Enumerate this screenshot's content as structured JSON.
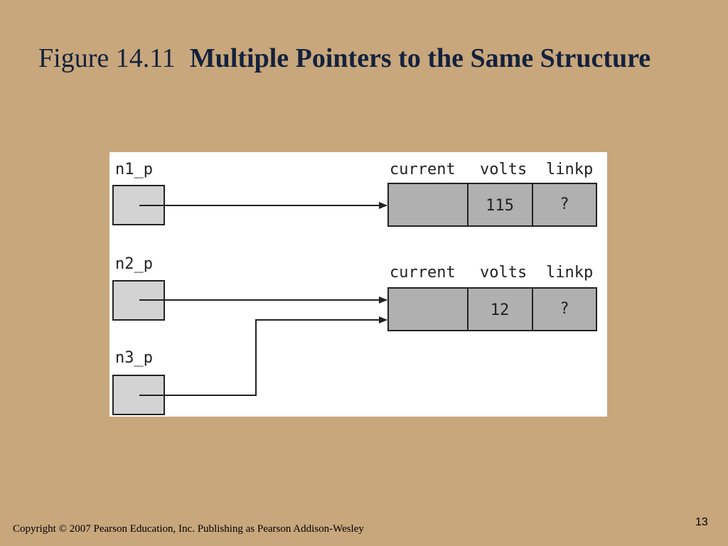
{
  "slide": {
    "figure_label": "Figure 14.11",
    "title": "Multiple Pointers to the Same Structure",
    "copyright": "Copyright © 2007 Pearson Education, Inc. Publishing as Pearson Addison-Wesley",
    "page_number": "13"
  },
  "diagram": {
    "pointers": [
      {
        "name": "n1_p",
        "target": "struct-1"
      },
      {
        "name": "n2_p",
        "target": "struct-2"
      },
      {
        "name": "n3_p",
        "target": "struct-2"
      }
    ],
    "structures": [
      {
        "id": "struct-1",
        "fields": [
          "current",
          "volts",
          "linkp"
        ],
        "values": [
          "",
          "115",
          "?"
        ]
      },
      {
        "id": "struct-2",
        "fields": [
          "current",
          "volts",
          "linkp"
        ],
        "values": [
          "",
          "12",
          "?"
        ]
      }
    ],
    "colors": {
      "pointer_box": "#d3d3d3",
      "struct_cell": "#b0b0b0",
      "line": "#222222",
      "background": "#ffffff",
      "slide_background": "#c8a77c",
      "title_text": "#14213d"
    }
  }
}
